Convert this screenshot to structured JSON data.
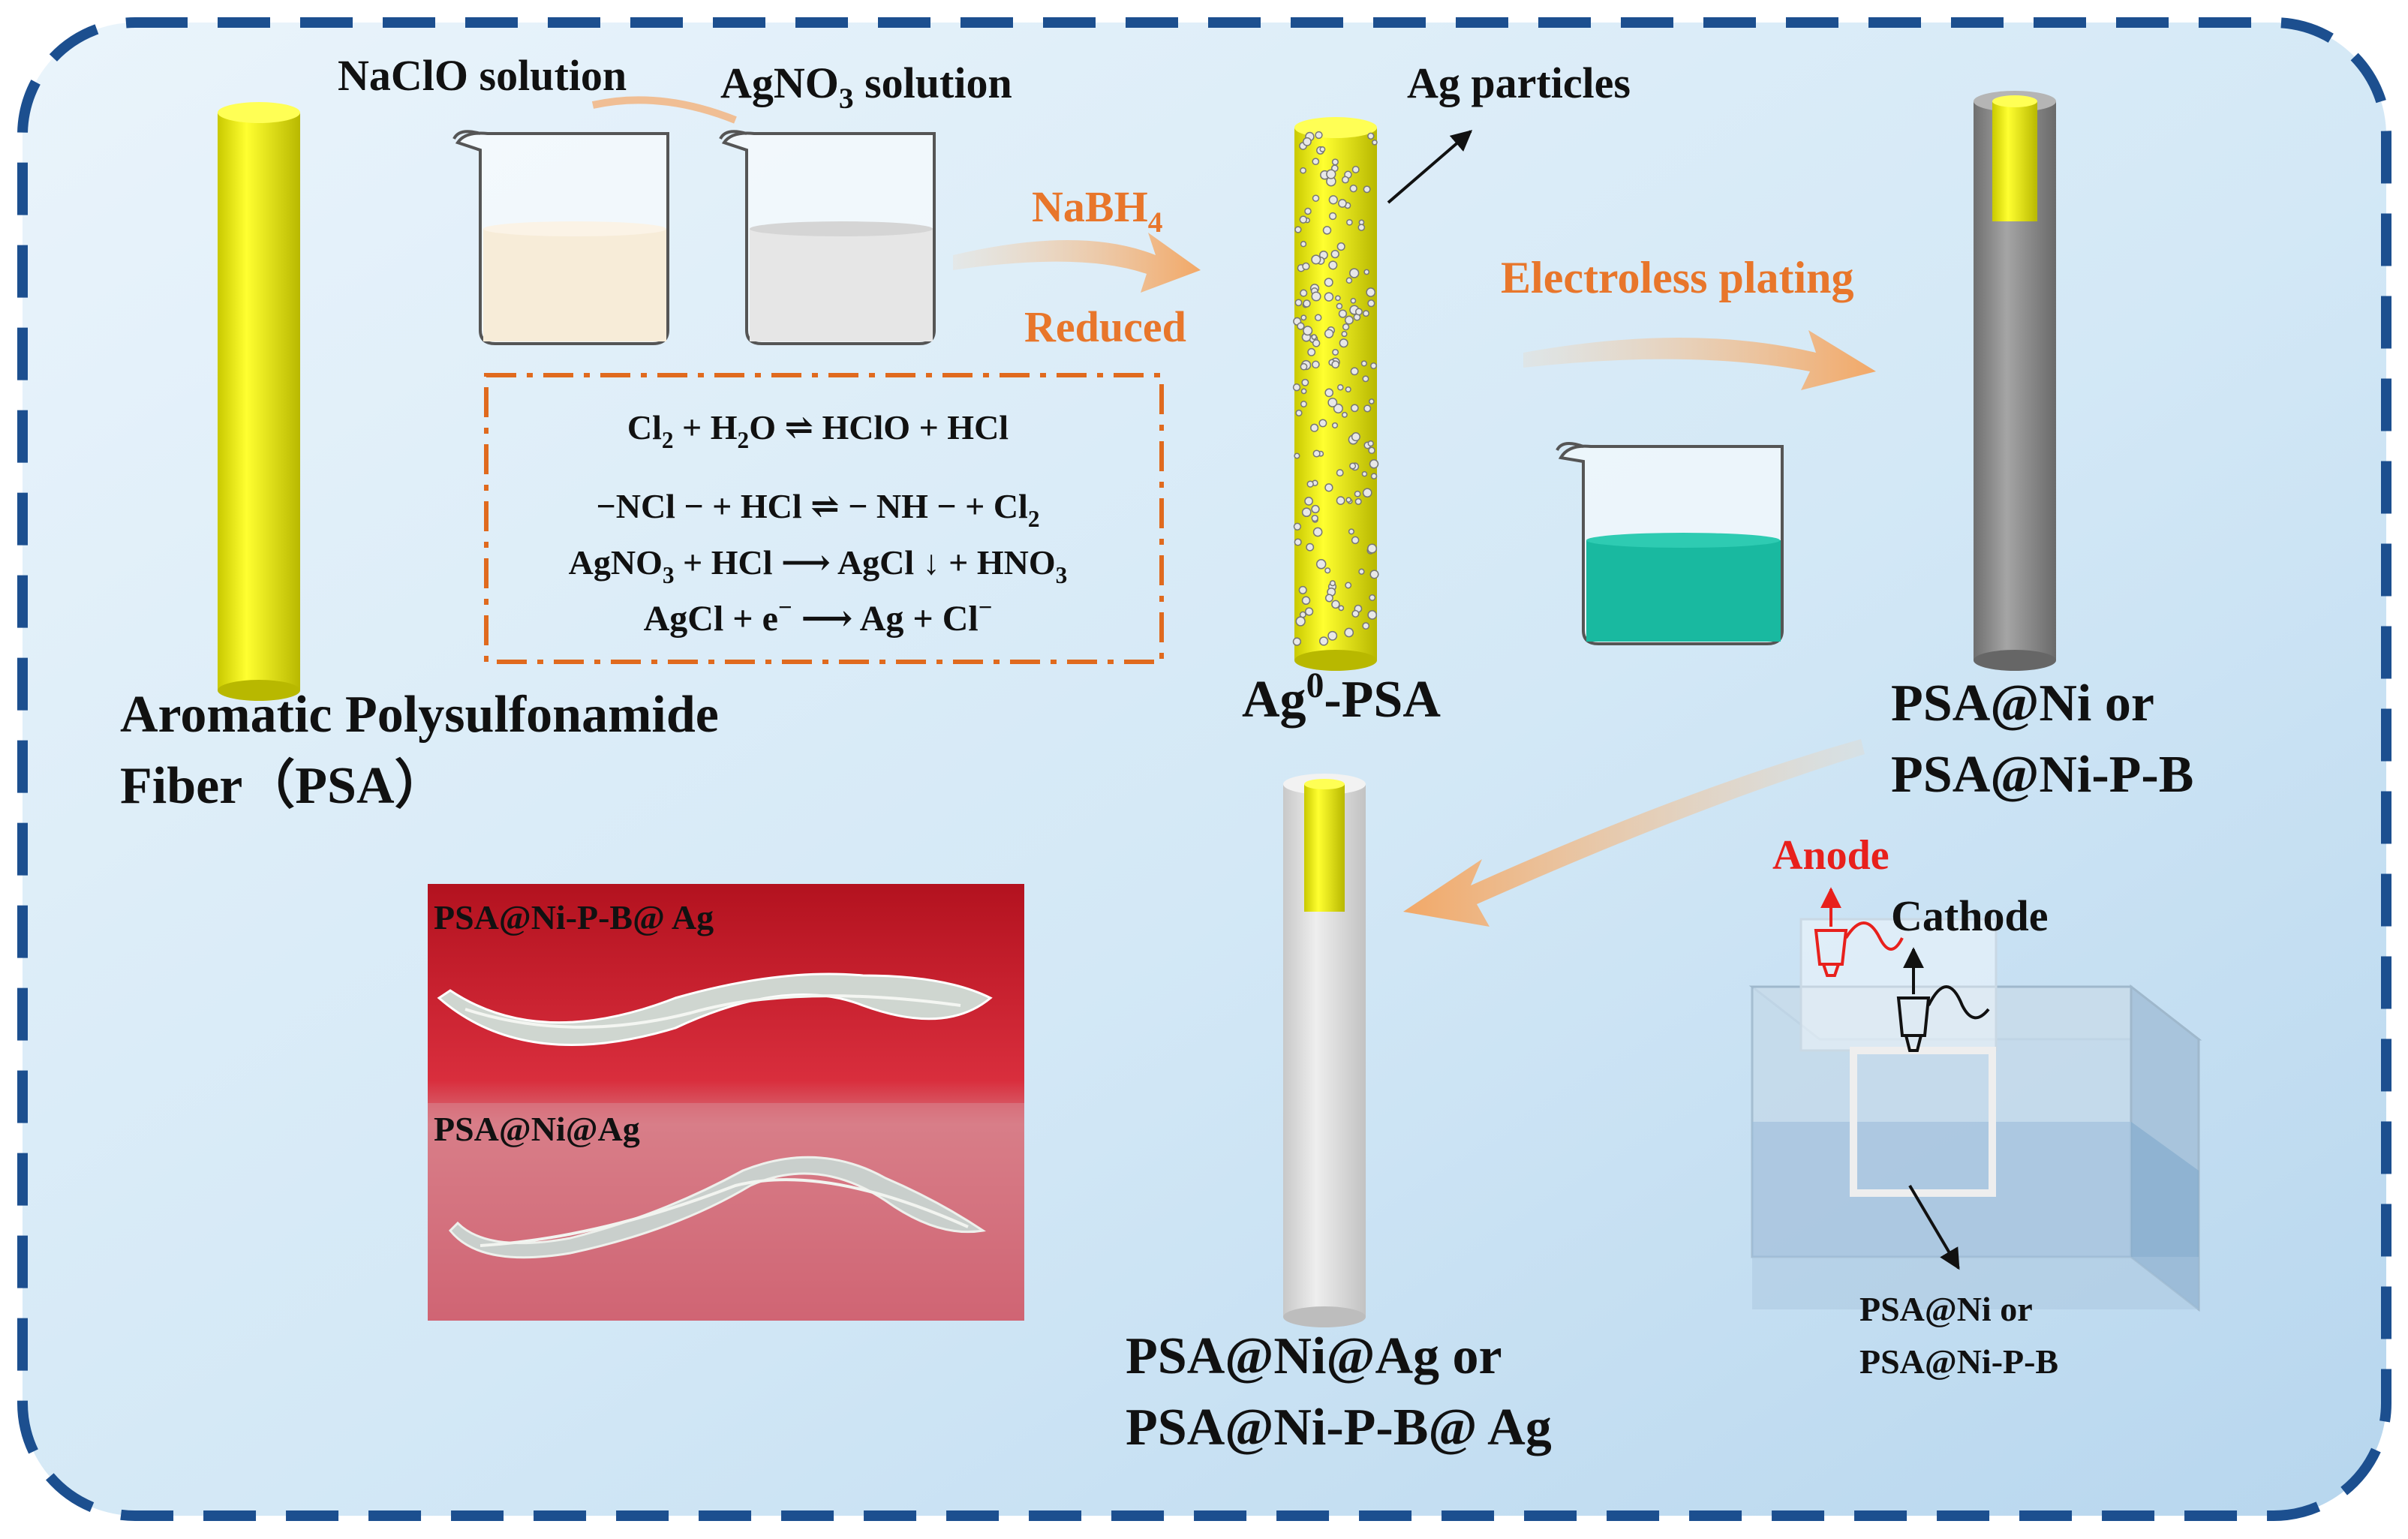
{
  "labels": {
    "naclo_solution": "NaClO solution",
    "agno3_solution_main": "AgNO",
    "agno3_solution_sub": "3",
    "agno3_solution_tail": " solution",
    "nabh4_main": "NaBH",
    "nabh4_sub": "4",
    "reduced": "Reduced",
    "ag_particles": "Ag particles",
    "electroless_plating": "Electroless plating",
    "psa_fiber_line1": "Aromatic Polysulfonamide",
    "psa_fiber_line2": "Fiber（PSA）",
    "ag0_psa_main": "Ag",
    "ag0_psa_sup": "0",
    "ag0_psa_tail": "-PSA",
    "psa_ni_line1": "PSA@Ni or",
    "psa_ni_line2": "PSA@Ni-P-B",
    "final_line1": "PSA@Ni@Ag or",
    "final_line2": "PSA@Ni-P-B@ Ag",
    "anode": "Anode",
    "cathode": "Cathode",
    "tank_line1": "PSA@Ni or",
    "tank_line2": "PSA@Ni-P-B",
    "photo_top": "PSA@Ni-P-B@ Ag",
    "photo_bottom": "PSA@Ni@Ag"
  },
  "equations": {
    "eq1": {
      "a": "Cl",
      "a_sub": "2",
      "b": " + H",
      "b_sub": "2",
      "c": "O ⇌ HClO + HCl"
    },
    "eq2": {
      "a": "−NCl −  + HCl   ⇌  − NH −  + Cl",
      "a_sub": "2"
    },
    "eq3": {
      "a": "AgNO",
      "a_sub": "3",
      "b": " + HCl ⟶ AgCl ↓ + HNO",
      "b_sub": "3"
    },
    "eq4": {
      "a": "AgCl + e",
      "a_sup": "−",
      "b": " ⟶ Ag + Cl",
      "b_sup": "−"
    }
  },
  "colors": {
    "background_light": "#e4f1fa",
    "background_dark": "#bcdaf0",
    "border_dash": "#1c4f8f",
    "fiber_yellow": "#f2f200",
    "nickel_gray": "#8c8c8c",
    "silver_coat": "#d9d9d9",
    "arrow_orange": "#f2b27a",
    "text_orange": "#e8762b",
    "anode_red": "#e8201c",
    "plating_bath": "#19b9a0",
    "photo_red": "#c41c2a"
  }
}
